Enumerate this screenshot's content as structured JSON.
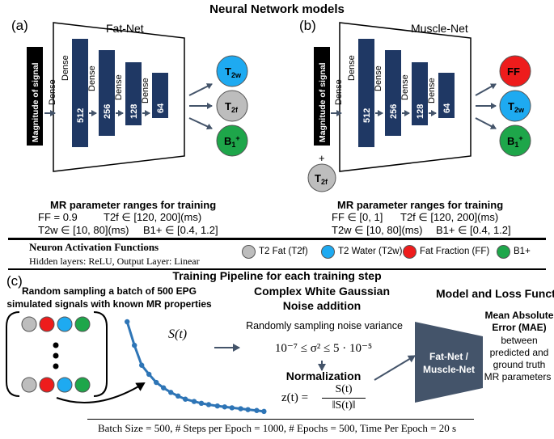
{
  "header": {
    "title": "Neural Network models"
  },
  "panel_a": {
    "letter": "(a)",
    "net_name": "Fat-Net",
    "input_label": "Magnitude of signal",
    "dense_label": "Dense",
    "layers": [
      "512",
      "256",
      "128",
      "64"
    ],
    "outputs": [
      "T2w",
      "T2f",
      "B1+"
    ],
    "ranges_title": "MR parameter ranges for training",
    "ranges_line1_left": "FF = 0.9",
    "ranges_line1_right": "T2f ∈ [120,  200](ms)",
    "ranges_line2_left": "T2w ∈ [10,  80](ms)",
    "ranges_line2_right": "B1+ ∈ [0.4,  1.2]"
  },
  "panel_b": {
    "letter": "(b)",
    "net_name": "Muscle-Net",
    "input_label": "Magnitude of signal",
    "plus": "+",
    "extra_input": "T2f",
    "dense_label": "Dense",
    "layers": [
      "512",
      "256",
      "128",
      "64"
    ],
    "outputs": [
      "FF",
      "T2w",
      "B1+"
    ],
    "ranges_title": "MR parameter ranges for training",
    "ranges_line1_left": "FF ∈ [0, 1]",
    "ranges_line1_right": "T2f ∈ [120,  200](ms)",
    "ranges_line2_left": "T2w ∈ [10,  80](ms)",
    "ranges_line2_right": "B1+ ∈ [0.4,  1.2]"
  },
  "legend": {
    "title": "Neuron Activation Functions",
    "text": "Hidden layers: ReLU, Output Layer: Linear",
    "items": [
      {
        "label": "T2 Fat (T2f)",
        "color": "#bdbdbd"
      },
      {
        "label": "T2 Water (T2w)",
        "color": "#1eaaf1"
      },
      {
        "label": "Fat Fraction (FF)",
        "color": "#ee1c1c"
      },
      {
        "label": "B1+",
        "color": "#1ea64a"
      }
    ]
  },
  "colors": {
    "navy": "#1f3864",
    "trapezoid_fill": "#44546a",
    "arrow": "#44546a",
    "curve": "#2e75b6",
    "gray": "#bdbdbd",
    "blue": "#1eaaf1",
    "red": "#ee1c1c",
    "green": "#1ea64a"
  },
  "panel_c": {
    "letter": "(c)",
    "title": "Training Pipeline for each training step",
    "sampling_line1": "Random sampling a batch of 500 EPG",
    "sampling_line2": "simulated signals with known MR properties",
    "signal_label": "S(t)",
    "noise_title_line1": "Complex White Gaussian",
    "noise_title_line2": "Noise addition",
    "noise_sub": "Randomly sampling noise variance",
    "noise_ineq": "10⁻⁷ ≤ σ² ≤ 5 · 10⁻⁵",
    "normalization_title": "Normalization",
    "norm_lhs": "z(t) =",
    "norm_num": "S(t)",
    "norm_den": "‖S(t)‖",
    "model_title": "Model and Loss Function",
    "model_box_line1": "Fat-Net /",
    "model_box_line2": "Muscle-Net",
    "mae_line1": "Mean Absolute",
    "mae_line2": "Error (MAE)",
    "mae_line3": "between",
    "mae_line4": "predicted and",
    "mae_line5": "ground truth",
    "mae_line6": "MR parameters",
    "batch_rows": [
      [
        "#bdbdbd",
        "#ee1c1c",
        "#1eaaf1",
        "#1ea64a"
      ],
      [
        "#bdbdbd",
        "#ee1c1c",
        "#1eaaf1",
        "#1ea64a"
      ]
    ],
    "curve_points": [
      [
        0.04,
        1.0
      ],
      [
        0.09,
        0.74
      ],
      [
        0.14,
        0.52
      ],
      [
        0.19,
        0.42
      ],
      [
        0.24,
        0.33
      ],
      [
        0.29,
        0.27
      ],
      [
        0.34,
        0.22
      ],
      [
        0.39,
        0.18
      ],
      [
        0.44,
        0.145
      ],
      [
        0.5,
        0.12
      ],
      [
        0.55,
        0.1
      ],
      [
        0.6,
        0.085
      ],
      [
        0.66,
        0.07
      ],
      [
        0.71,
        0.06
      ],
      [
        0.76,
        0.05
      ],
      [
        0.82,
        0.04
      ],
      [
        0.87,
        0.03
      ],
      [
        0.93,
        0.02
      ],
      [
        0.98,
        0.01
      ]
    ]
  },
  "footer": {
    "text": "Batch Size = 500, # Steps per Epoch = 1000, # Epochs = 500, Time Per Epoch = 20 s"
  }
}
